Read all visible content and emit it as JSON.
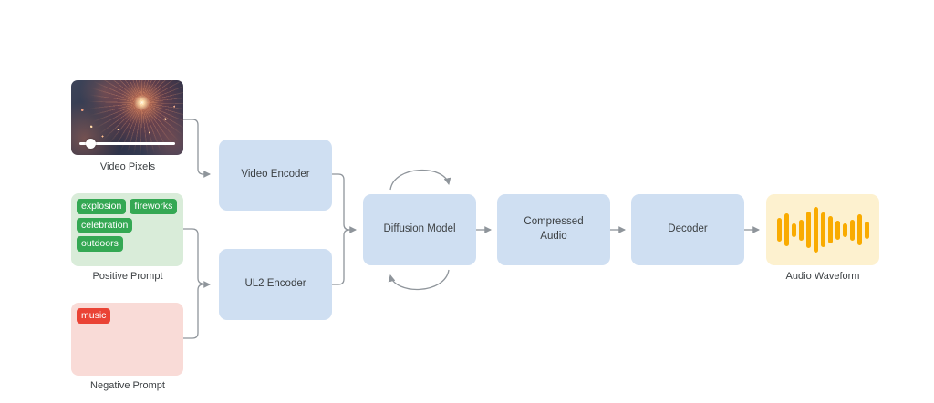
{
  "diagram": {
    "video_pixels": {
      "label": "Video Pixels"
    },
    "positive_prompt": {
      "label": "Positive Prompt",
      "tags": [
        "explosion",
        "fireworks",
        "celebration",
        "outdoors"
      ]
    },
    "negative_prompt": {
      "label": "Negative Prompt",
      "tags": [
        "music"
      ]
    },
    "video_encoder": {
      "label": "Video Encoder"
    },
    "ul2_encoder": {
      "label": "UL2 Encoder"
    },
    "diffusion_model": {
      "label": "Diffusion Model"
    },
    "compressed_audio": {
      "label": "Compressed Audio"
    },
    "decoder": {
      "label": "Decoder"
    },
    "audio_waveform": {
      "label": "Audio Waveform",
      "icon": "audio-waveform-icon",
      "bar_heights": [
        26,
        36,
        15,
        23,
        40,
        50,
        38,
        30,
        21,
        15,
        23,
        34,
        19
      ]
    },
    "colors": {
      "node_fill": "#cfdff2",
      "positive_fill": "#d9ecd9",
      "positive_tag": "#34a853",
      "negative_fill": "#f9dbd7",
      "negative_tag": "#ea4335",
      "waveform_fill": "#fdf1cf",
      "waveform_bar": "#f9ab00",
      "connector": "#8f959b",
      "text": "#3c4043"
    }
  }
}
